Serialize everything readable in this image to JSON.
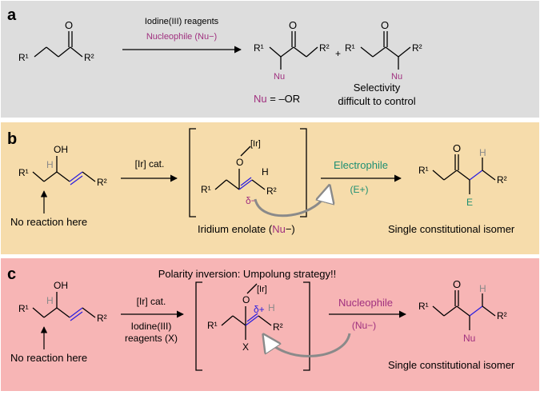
{
  "colors": {
    "panel_a": "#dddddd",
    "panel_b": "#f6dcab",
    "panel_c": "#f7b5b5",
    "magenta": "#a0307f",
    "teal": "#1e8f72",
    "blue": "#2b1ee0",
    "gray": "#8a8a8a"
  },
  "panel_a": {
    "label": "a",
    "reactant": {
      "O": "O",
      "R1": "R¹",
      "R2": "R²"
    },
    "arrow_top": "Iodine(III) reagents",
    "arrow_bottom_word": "Nucleophile (",
    "arrow_bottom_nu": "Nu",
    "arrow_bottom_close": "−)",
    "product1": {
      "O": "O",
      "R1": "R¹",
      "R2": "R²",
      "Nu": "Nu"
    },
    "plus": "+",
    "product2": {
      "O": "O",
      "R1": "R¹",
      "R2": "R²",
      "Nu": "Nu"
    },
    "nu_def_nu": "Nu",
    "nu_def_rest": " = –OR",
    "selectivity_line1": "Selectivity",
    "selectivity_line2": "difficult to control"
  },
  "panel_b": {
    "label": "b",
    "reactant": {
      "OH": "OH",
      "H": "H",
      "R1": "R¹",
      "R2": "R²"
    },
    "no_reaction": "No reaction here",
    "arrow_top": "[Ir] cat.",
    "enolate": {
      "O": "O",
      "Ir": "[Ir]",
      "R1": "R¹",
      "R2": "R²",
      "H": "H",
      "delta": "δ−"
    },
    "enolate_label_a": "Iridium enolate (",
    "enolate_label_nu": "Nu",
    "enolate_label_b": "−)",
    "electrophile": "Electrophile",
    "e_plus": "(E+)",
    "product": {
      "O": "O",
      "R1": "R¹",
      "R2": "R²",
      "H": "H",
      "E": "E"
    },
    "product_label": "Single constitutional isomer"
  },
  "panel_c": {
    "label": "c",
    "title": "Polarity inversion: Umpolung strategy!!",
    "reactant": {
      "OH": "OH",
      "H": "H",
      "R1": "R¹",
      "R2": "R²"
    },
    "no_reaction": "No reaction here",
    "arrow_top": "[Ir] cat.",
    "arrow_bottom1": "Iodine(III)",
    "arrow_bottom2": "reagents (X)",
    "intermediate": {
      "O": "O",
      "Ir": "[Ir]",
      "R1": "R¹",
      "R2": "R²",
      "H": "H",
      "X": "X",
      "delta": "δ+"
    },
    "nucleophile": "Nucleophile",
    "nu_paren": "(Nu−)",
    "product": {
      "O": "O",
      "R1": "R¹",
      "R2": "R²",
      "H": "H",
      "Nu": "Nu"
    },
    "product_label": "Single constitutional isomer"
  }
}
